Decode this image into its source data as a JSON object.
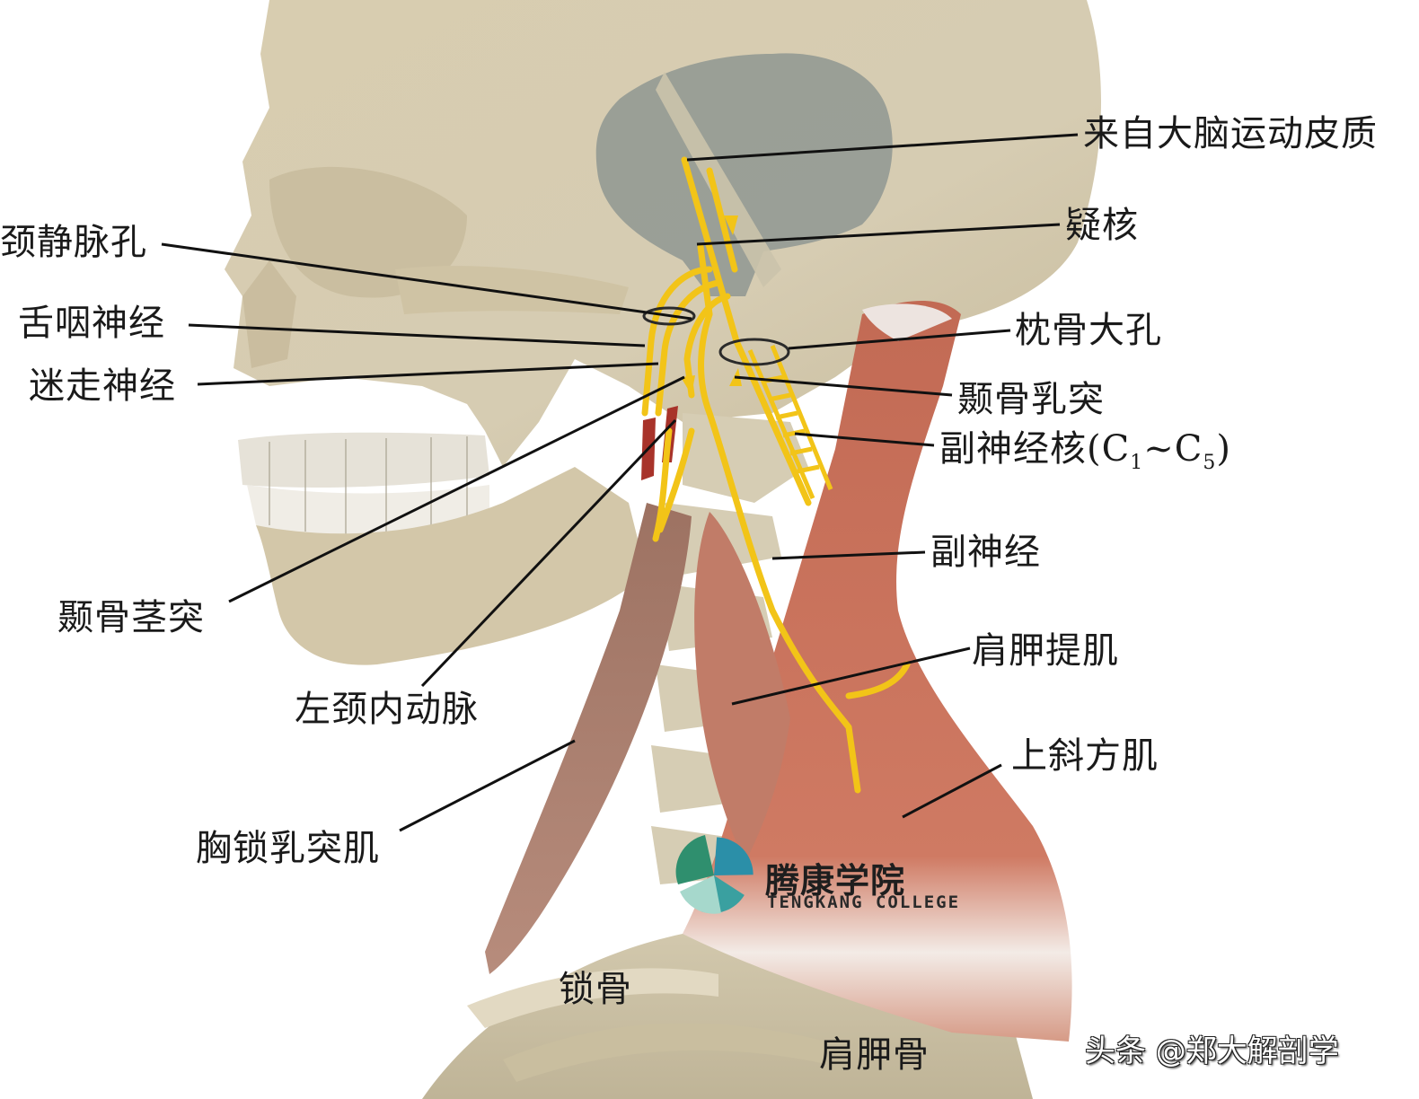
{
  "figure": {
    "subject": "副神经 (accessory nerve) lateral view of head and neck",
    "colors": {
      "bone": "#d9cfb4",
      "bone_shadow": "#b9ae92",
      "brain_gray": "#8f9792",
      "nerve_yellow": "#f2c418",
      "artery_red": "#a8332a",
      "muscle_sternocleido": "#a57a6a",
      "muscle_trapezius": "#c9735c",
      "leader_line": "#111111",
      "logo_green": "#2f8f6e",
      "logo_blue": "#2b8fa8",
      "logo_mint": "#a6d8cc"
    }
  },
  "labels": {
    "motor_cortex": "来自大脑运动皮质",
    "nucleus_ambiguus": "疑核",
    "jugular_foramen": "颈静脉孔",
    "glossopharyngeal_nerve": "舌咽神经",
    "vagus_nerve": "迷走神经",
    "foramen_magnum": "枕骨大孔",
    "mastoid_process": "颞骨乳突",
    "accessory_nucleus_prefix": "副神经核(C",
    "accessory_nucleus_sub1": "1",
    "accessory_nucleus_mid": "~C",
    "accessory_nucleus_sub2": "5",
    "accessory_nucleus_suffix": ")",
    "accessory_nerve": "副神经",
    "styloid_process": "颞骨茎突",
    "levator_scapulae": "肩胛提肌",
    "left_internal_carotid": "左颈内动脉",
    "upper_trapezius": "上斜方肌",
    "sternocleidomastoid": "胸锁乳突肌",
    "clavicle": "锁骨",
    "scapula": "肩胛骨"
  },
  "logo": {
    "name_cn": "腾康学院",
    "name_en": "TENGKANG COLLEGE",
    "icon": "pinwheel-logo-icon"
  },
  "watermark": {
    "text": "头条 @郑大解剖学"
  }
}
